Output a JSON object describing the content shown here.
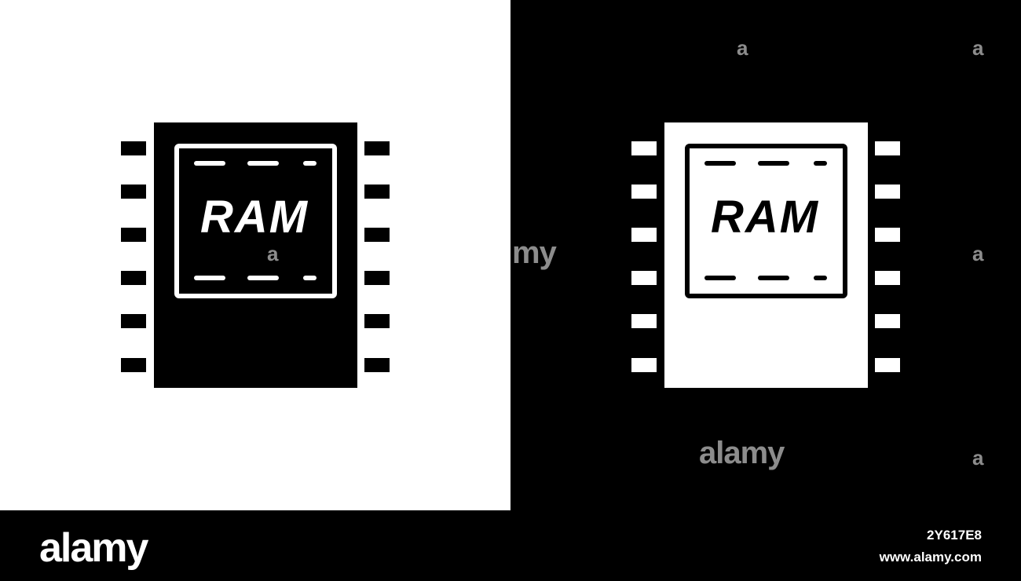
{
  "chip_label": "RAM",
  "watermark": {
    "brand": "alamy",
    "glyph": "a",
    "partial": "my"
  },
  "footer": {
    "logo": "alamy",
    "image_id": "2Y617E8",
    "url": "www.alamy.com"
  },
  "colors": {
    "light_bg": "#ffffff",
    "dark_bg": "#000000"
  },
  "icons": [
    "ram-chip-icon-filled",
    "ram-chip-icon-outline"
  ]
}
